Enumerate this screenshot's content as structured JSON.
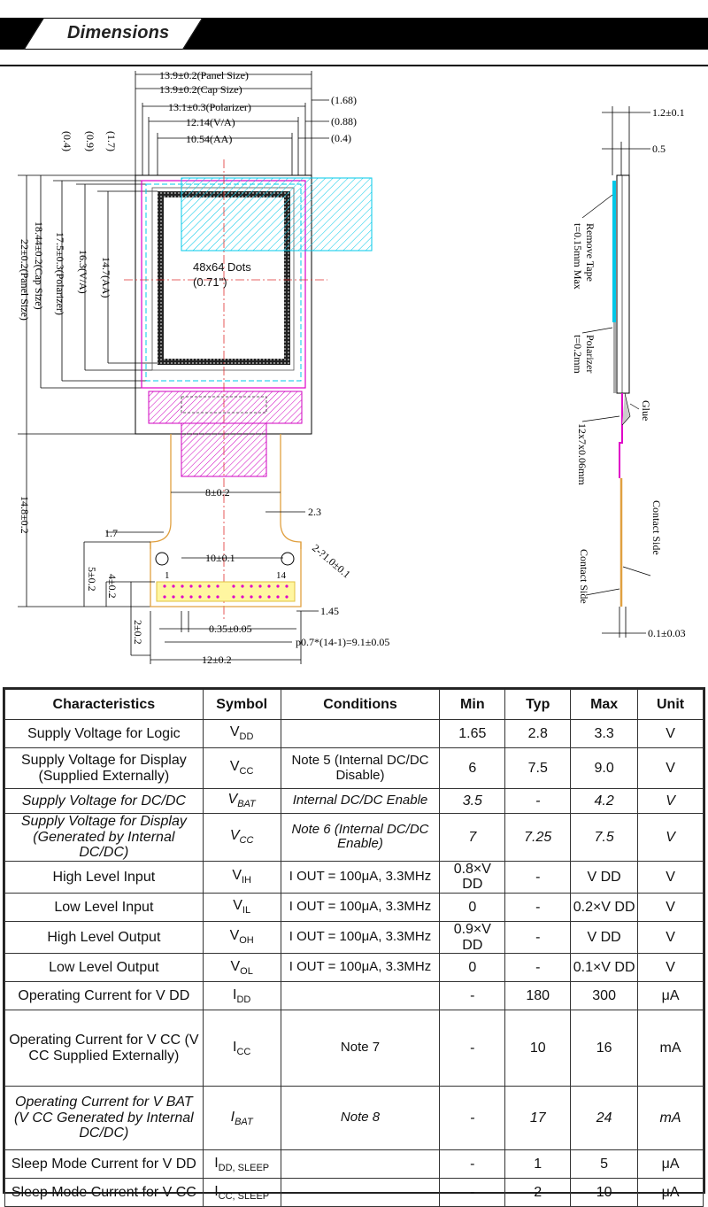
{
  "section_title": "Dimensions",
  "drawing": {
    "top_dims": [
      "13.9±0.2(Panel Size)",
      "13.9±0.2(Cap Size)",
      "13.1±0.3(Polarizer)",
      "12.14(V/A)",
      "10.54(AA)"
    ],
    "right_small_dims": [
      "(1.68)",
      "(0.88)",
      "(0.4)"
    ],
    "left_small_dims": [
      "(0.4)",
      "(0.9)",
      "(1.7)"
    ],
    "left_vertical_dims": [
      "22±0.2(Panel Size)",
      "18.44±0.2(Cap Size)",
      "17.5±0.3(Polarizer)",
      "16.3(V/A)",
      "14.7(AA)"
    ],
    "dots_label": "48x64 Dots",
    "diag_label": "(0.71\")",
    "fpc_width": "8±0.2",
    "fpc_length": "14.8±0.2",
    "dim_2_3": "2.3",
    "dim_1_7": "1.7",
    "hole_dim": "2-?1.0±0.1",
    "hole_pitch": "10±0.1",
    "dim_5": "5±0.2",
    "dim_4": "4±0.2",
    "pin1": "1",
    "pin14": "14",
    "dim_2": "2±0.2",
    "dim_1_45": "1.45",
    "dim_0_35": "0.35±0.05",
    "pitch": "p0.7*(14-1)=9.1±0.05",
    "dim_12": "12±0.2",
    "side_thick": "1.2±0.1",
    "side_0_5": "0.5",
    "remove_tape_1": "Remove Tape",
    "remove_tape_2": "t=0.15mm Max",
    "polarizer_1": "Polarizer",
    "polarizer_2": "t=0.2mm",
    "glue": "Glue",
    "fpc_size": "12x7x0.06mm",
    "contact_side": "Contact Side",
    "side_0_1": "0.1±0.03"
  },
  "table": {
    "headers": [
      "Characteristics",
      "Symbol",
      "Conditions",
      "Min",
      "Typ",
      "Max",
      "Unit"
    ],
    "rows": [
      {
        "char": "Supply Voltage for Logic",
        "sym": "V",
        "sub": "DD",
        "cond": "",
        "min": "1.65",
        "typ": "2.8",
        "max": "3.3",
        "unit": "V"
      },
      {
        "char": "Supply Voltage for Display (Supplied Externally)",
        "sym": "V",
        "sub": "CC",
        "cond": "Note 5 (Internal DC/DC Disable)",
        "min": "6",
        "typ": "7.5",
        "max": "9.0",
        "unit": "V"
      },
      {
        "char": "Supply Voltage for DC/DC",
        "sym": "V",
        "sub": "BAT",
        "cond": "Internal DC/DC Enable",
        "min": "3.5",
        "typ": "-",
        "max": "4.2",
        "unit": "V"
      },
      {
        "char": "Supply Voltage for Display (Generated by Internal DC/DC)",
        "sym": "V",
        "sub": "CC",
        "cond": "Note 6 (Internal DC/DC Enable)",
        "min": "7",
        "typ": "7.25",
        "max": "7.5",
        "unit": "V"
      },
      {
        "char": "High Level Input",
        "sym": "V",
        "sub": "IH",
        "cond": "I OUT = 100μA, 3.3MHz",
        "min": "0.8×V DD",
        "typ": "-",
        "max": "V DD",
        "unit": "V"
      },
      {
        "char": "Low Level Input",
        "sym": "V",
        "sub": "IL",
        "cond": "I OUT = 100μA, 3.3MHz",
        "min": "0",
        "typ": "-",
        "max": "0.2×V DD",
        "unit": "V"
      },
      {
        "char": "High Level Output",
        "sym": "V",
        "sub": "OH",
        "cond": "I OUT = 100μA, 3.3MHz",
        "min": "0.9×V DD",
        "typ": "-",
        "max": "V DD",
        "unit": "V"
      },
      {
        "char": "Low Level Output",
        "sym": "V",
        "sub": "OL",
        "cond": "I OUT = 100μA, 3.3MHz",
        "min": "0",
        "typ": "-",
        "max": "0.1×V DD",
        "unit": "V"
      },
      {
        "char": "Operating Current for V DD",
        "sym": "I",
        "sub": "DD",
        "cond": "",
        "min": "-",
        "typ": "180",
        "max": "300",
        "unit": "μA"
      },
      {
        "char": "Operating Current for V CC (V CC Supplied Externally)",
        "sym": "I",
        "sub": "CC",
        "cond": "Note 7",
        "min": "-",
        "typ": "10",
        "max": "16",
        "unit": "mA"
      },
      {
        "char": "Operating Current for V BAT (V CC Generated by Internal DC/DC)",
        "sym": "I",
        "sub": "BAT",
        "cond": "Note 8",
        "min": "-",
        "typ": "17",
        "max": "24",
        "unit": "mA"
      },
      {
        "char": "Sleep Mode Current for V DD",
        "sym": "I",
        "sub": "DD, SLEEP",
        "cond": "",
        "min": "-",
        "typ": "1",
        "max": "5",
        "unit": "μA"
      },
      {
        "char": "Sleep Mode Current for V CC",
        "sym": "I",
        "sub": "CC, SLEEP",
        "cond": "",
        "min": "-",
        "typ": "2",
        "max": "10",
        "unit": "μA"
      }
    ]
  },
  "colors": {
    "polarizer_cyan": "#00c8e8",
    "cap_magenta": "#e000c8",
    "fpc_orange": "#e0a040",
    "centerline_red": "#e03030"
  }
}
